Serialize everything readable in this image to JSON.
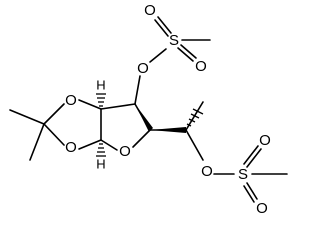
{
  "molecule": {
    "atoms": {
      "o_ring": "O",
      "o_dioxolane_top": "O",
      "o_dioxolane_bottom": "O",
      "o_mesyl_1": "O",
      "o_mesyl_2": "O",
      "s_1": "S",
      "s_2": "S",
      "o_s1_top": "O",
      "o_s1_right": "O",
      "o_s2_top": "O",
      "o_s2_bottom": "O",
      "h_top": "H",
      "h_bottom": "H"
    }
  }
}
